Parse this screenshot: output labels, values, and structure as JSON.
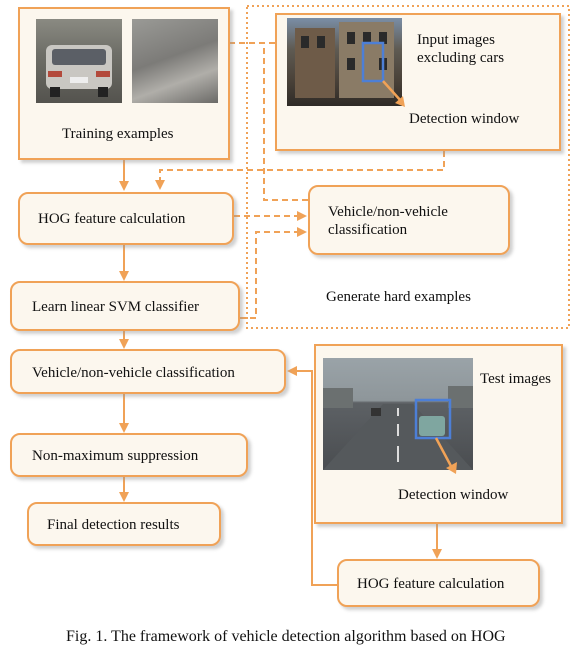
{
  "nodes": {
    "training_examples": "Training examples",
    "input_images": "Input images\nexcluding cars",
    "detection_window_top": "Detection window",
    "hog_calc": "HOG feature calculation",
    "vnv_top": "Vehicle/non-vehicle\nclassification",
    "learn_svm": "Learn linear SVM classifier",
    "generate_hard": "Generate hard examples",
    "vnv_main": "Vehicle/non-vehicle classification",
    "nms": "Non-maximum suppression",
    "final": "Final detection results",
    "test_images": "Test images",
    "detection_window_bottom": "Detection window",
    "hog_calc_bottom": "HOG feature calculation"
  },
  "caption": "Fig. 1.  The framework of vehicle detection algorithm based on HOG",
  "colors": {
    "border": "#f0a257",
    "fill": "#fcf7ee",
    "window": "#4d7fd6"
  }
}
